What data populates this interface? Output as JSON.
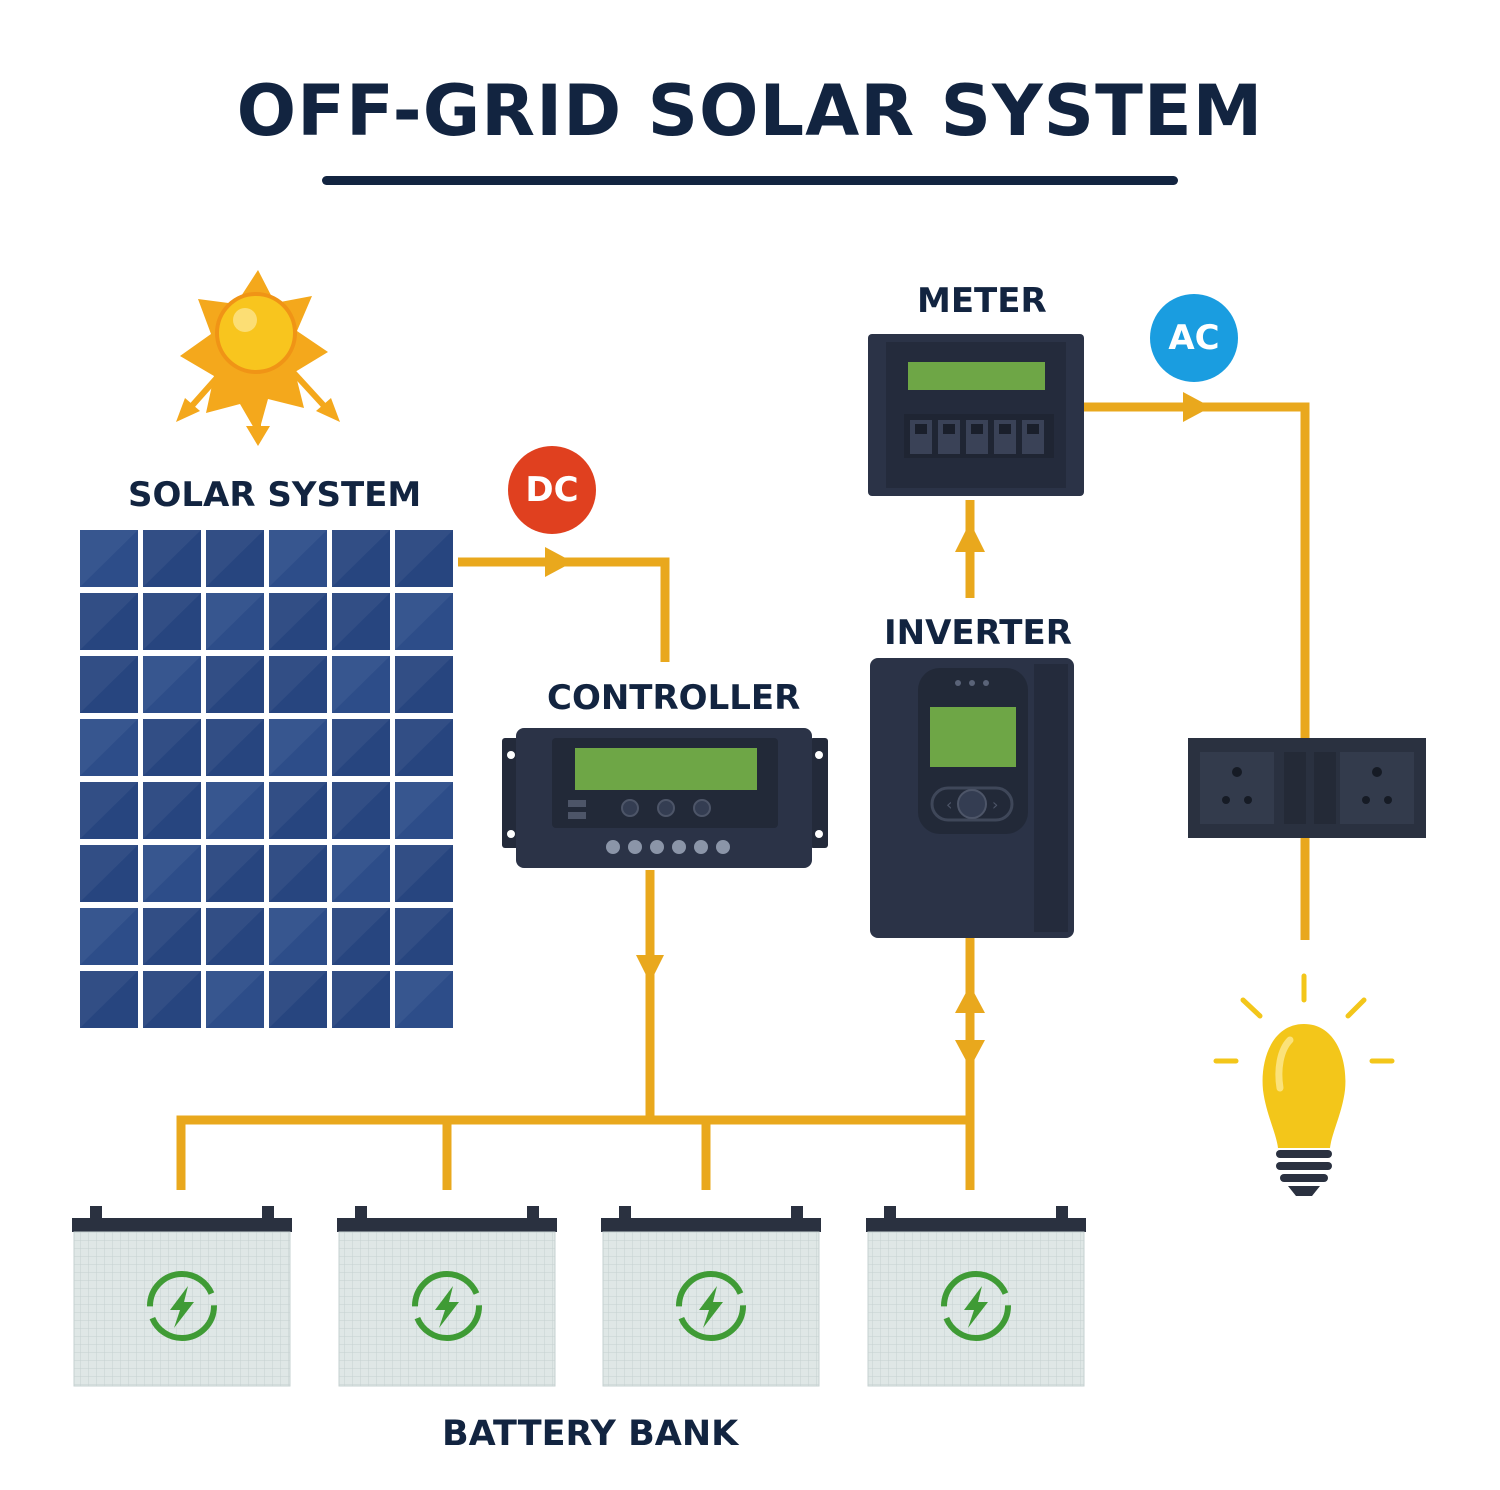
{
  "title": "OFF-GRID SOLAR SYSTEM",
  "labels": {
    "solar": "SOLAR SYSTEM",
    "controller": "CONTROLLER",
    "inverter": "INVERTER",
    "meter": "METER",
    "battery_bank": "BATTERY BANK"
  },
  "badges": {
    "dc": "DC",
    "ac": "AC"
  },
  "colors": {
    "title": "#122440",
    "wire": "#e9a81d",
    "panel": "#27457f",
    "device": "#2b3347",
    "screen": "#6ea646",
    "dc_badge": "#e0401f",
    "ac_badge": "#1a9de0",
    "bulb": "#f3c61a",
    "battery_icon": "#3f9b35"
  },
  "icons": [
    "sun-icon",
    "lightning-icon",
    "light-bulb-icon",
    "wall-socket-icon"
  ]
}
